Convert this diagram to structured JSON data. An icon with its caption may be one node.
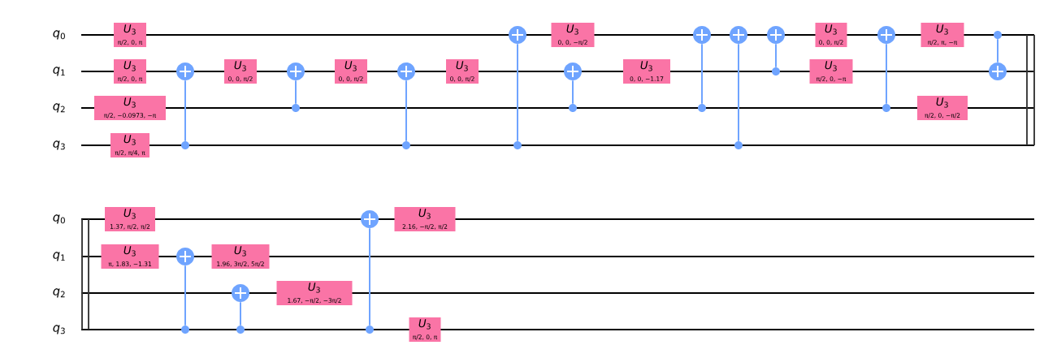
{
  "diagram": {
    "nodes": [
      {
        "text": [
          "*U*$_{3}$",
          "π/2, 0, π"
        ]
      },
      {
        "text": [
          "*U*$_{3}$",
          "π/2, 0, π"
        ]
      },
      {
        "text": [
          "*U*$_{3}$",
          "π/2, −0.0973, −π"
        ]
      },
      {
        "text": [
          "*U*$_{3}$",
          "π/2, π/4, π"
        ]
      },
      {
        "text": [],
        "shape": "circle"
      },
      {
        "text": [],
        "shape": "circle"
      },
      {
        "text": [
          "*U*$_{3}$",
          "0, 0, π/2"
        ]
      },
      {
        "text": [],
        "shape": "circle"
      },
      {
        "text": [],
        "shape": "circle"
      },
      {
        "text": [
          "*U*$_{3}$",
          "0, 0, π/2"
        ]
      },
      {
        "text": [],
        "shape": "circle"
      },
      {
        "text": [],
        "shape": "circle"
      },
      {
        "text": [
          "*U*$_{3}$",
          "0, 0, π/2"
        ]
      },
      {
        "text": [],
        "shape": "circle"
      },
      {
        "text": [],
        "shape": "circle"
      },
      {
        "text": [
          "*U*$_{3}$",
          "0, 0, −π/2"
        ]
      },
      {
        "text": [],
        "shape": "circle"
      },
      {
        "text": [],
        "shape": "circle"
      },
      {
        "text": [
          "*U*$_{3}$",
          "0, 0, −1.17"
        ]
      },
      {
        "text": [],
        "shape": "circle"
      },
      {
        "text": [],
        "shape": "circle"
      },
      {
        "text": [],
        "shape": "circle"
      },
      {
        "text": [],
        "shape": "circle"
      },
      {
        "text": [],
        "shape": "circle"
      },
      {
        "text": [],
        "shape": "circle"
      },
      {
        "text": [
          "*U*$_{3}$",
          "0, 0, π/2"
        ]
      },
      {
        "text": [
          "*U*$_{3}$",
          "π/2, 0, −π"
        ]
      },
      {
        "text": [],
        "shape": "circle"
      },
      {
        "text": [],
        "shape": "circle"
      },
      {
        "text": [
          "*U*$_{3}$",
          "π/2, π, −π"
        ]
      },
      {
        "text": [
          "*U*$_{3}$",
          "π/2, 0, −π/2"
        ]
      },
      {
        "text": [],
        "shape": "circle"
      },
      {
        "text": [],
        "shape": "circle"
      },
      {
        "text": [
          "*U*$_{3}$",
          "1.37, π/2, π/2"
        ]
      },
      {
        "text": [
          "*U*$_{3}$",
          "π, 1.83, −1.31"
        ]
      },
      {
        "text": [],
        "shape": "circle"
      },
      {
        "text": [],
        "shape": "circle"
      },
      {
        "text": [
          "*U*$_{3}$",
          "1.96, 3π/2, 5π/2"
        ]
      },
      {
        "text": [],
        "shape": "circle"
      },
      {
        "text": [],
        "shape": "circle"
      },
      {
        "text": [
          "*U*$_{3}$",
          "1.67, −π/2, −3π/2"
        ]
      },
      {
        "text": [],
        "shape": "circle"
      },
      {
        "text": [],
        "shape": "circle"
      },
      {
        "text": [
          "*U*$_{3}$",
          "2.16, −π/2, π/2"
        ]
      },
      {
        "text": [
          "*U*$_{3}$",
          "π/2, 0, π"
        ]
      }
    ],
    "edges": [
      {
        "from": 5,
        "to": 4,
        "arrow": "none"
      },
      {
        "from": 8,
        "to": 7,
        "arrow": "none"
      },
      {
        "from": 11,
        "to": 10,
        "arrow": "none"
      },
      {
        "from": 14,
        "to": 13,
        "arrow": "none"
      },
      {
        "from": 17,
        "to": 16,
        "arrow": "none"
      },
      {
        "from": 20,
        "to": 19,
        "arrow": "none"
      },
      {
        "from": 22,
        "to": 21,
        "arrow": "none"
      },
      {
        "from": 24,
        "to": 23,
        "arrow": "none"
      },
      {
        "from": 28,
        "to": 27,
        "arrow": "none"
      },
      {
        "from": 31,
        "to": 32,
        "arrow": "none"
      },
      {
        "from": 36,
        "to": 35,
        "arrow": "none"
      },
      {
        "from": 39,
        "to": 38,
        "arrow": "none"
      },
      {
        "from": 42,
        "to": 41,
        "arrow": "none"
      }
    ],
    "labels": [
      "*q*$_{0}$",
      "*q*$_{1}$",
      "*q*$_{2}$",
      "*q*$_{3}$",
      "*q*$_{0}$",
      "*q*$_{1}$",
      "*q*$_{2}$",
      "*q*$_{3}$"
    ]
  }
}
